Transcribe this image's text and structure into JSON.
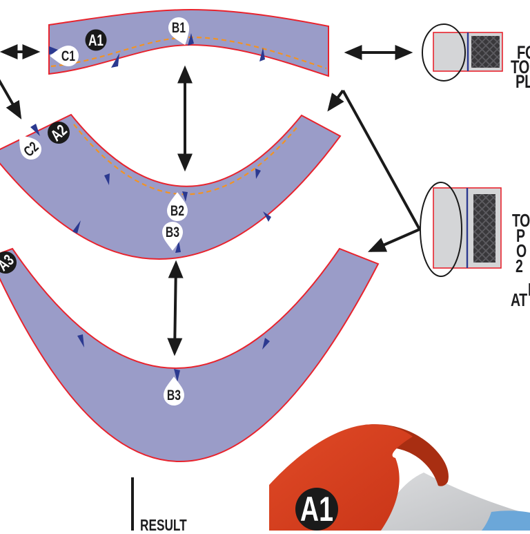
{
  "pieces": {
    "a1_label": "A1",
    "a2_label": "A2",
    "a3_label": "A3",
    "b1_label": "B1",
    "b2_label": "B2",
    "b3_mid_label": "B3",
    "b3_low_label": "B3",
    "c1_label": "C1",
    "c2_label": "C2",
    "render_a1_label": "A1"
  },
  "annotations": {
    "swatch1_lines": [
      "FO",
      "TO O",
      "PLA"
    ],
    "swatch2_lines": [
      "TO",
      "P",
      "O",
      "2",
      "N",
      "AT"
    ],
    "result_heading": "RESULT"
  },
  "colors": {
    "piece_fill": "#9a9cc8",
    "piece_outline": "#e8232d",
    "stitch_dashed": "#f39322",
    "notch": "#2b3990",
    "swatch_bg": "#d4d5d7",
    "swatch_border": "#e8232d",
    "swatch_divider": "#2b3990",
    "hatch_bg": "#39383b",
    "hatch_line": "#5d5c61",
    "arrow": "#1a1a1a",
    "label_bg": "#1a1a1a",
    "label_text": "#ffffff",
    "render_red": "#d5411f",
    "render_red_dark": "#a82e12",
    "render_gray": "#c9cacc",
    "render_blue": "#6ba7d9"
  }
}
